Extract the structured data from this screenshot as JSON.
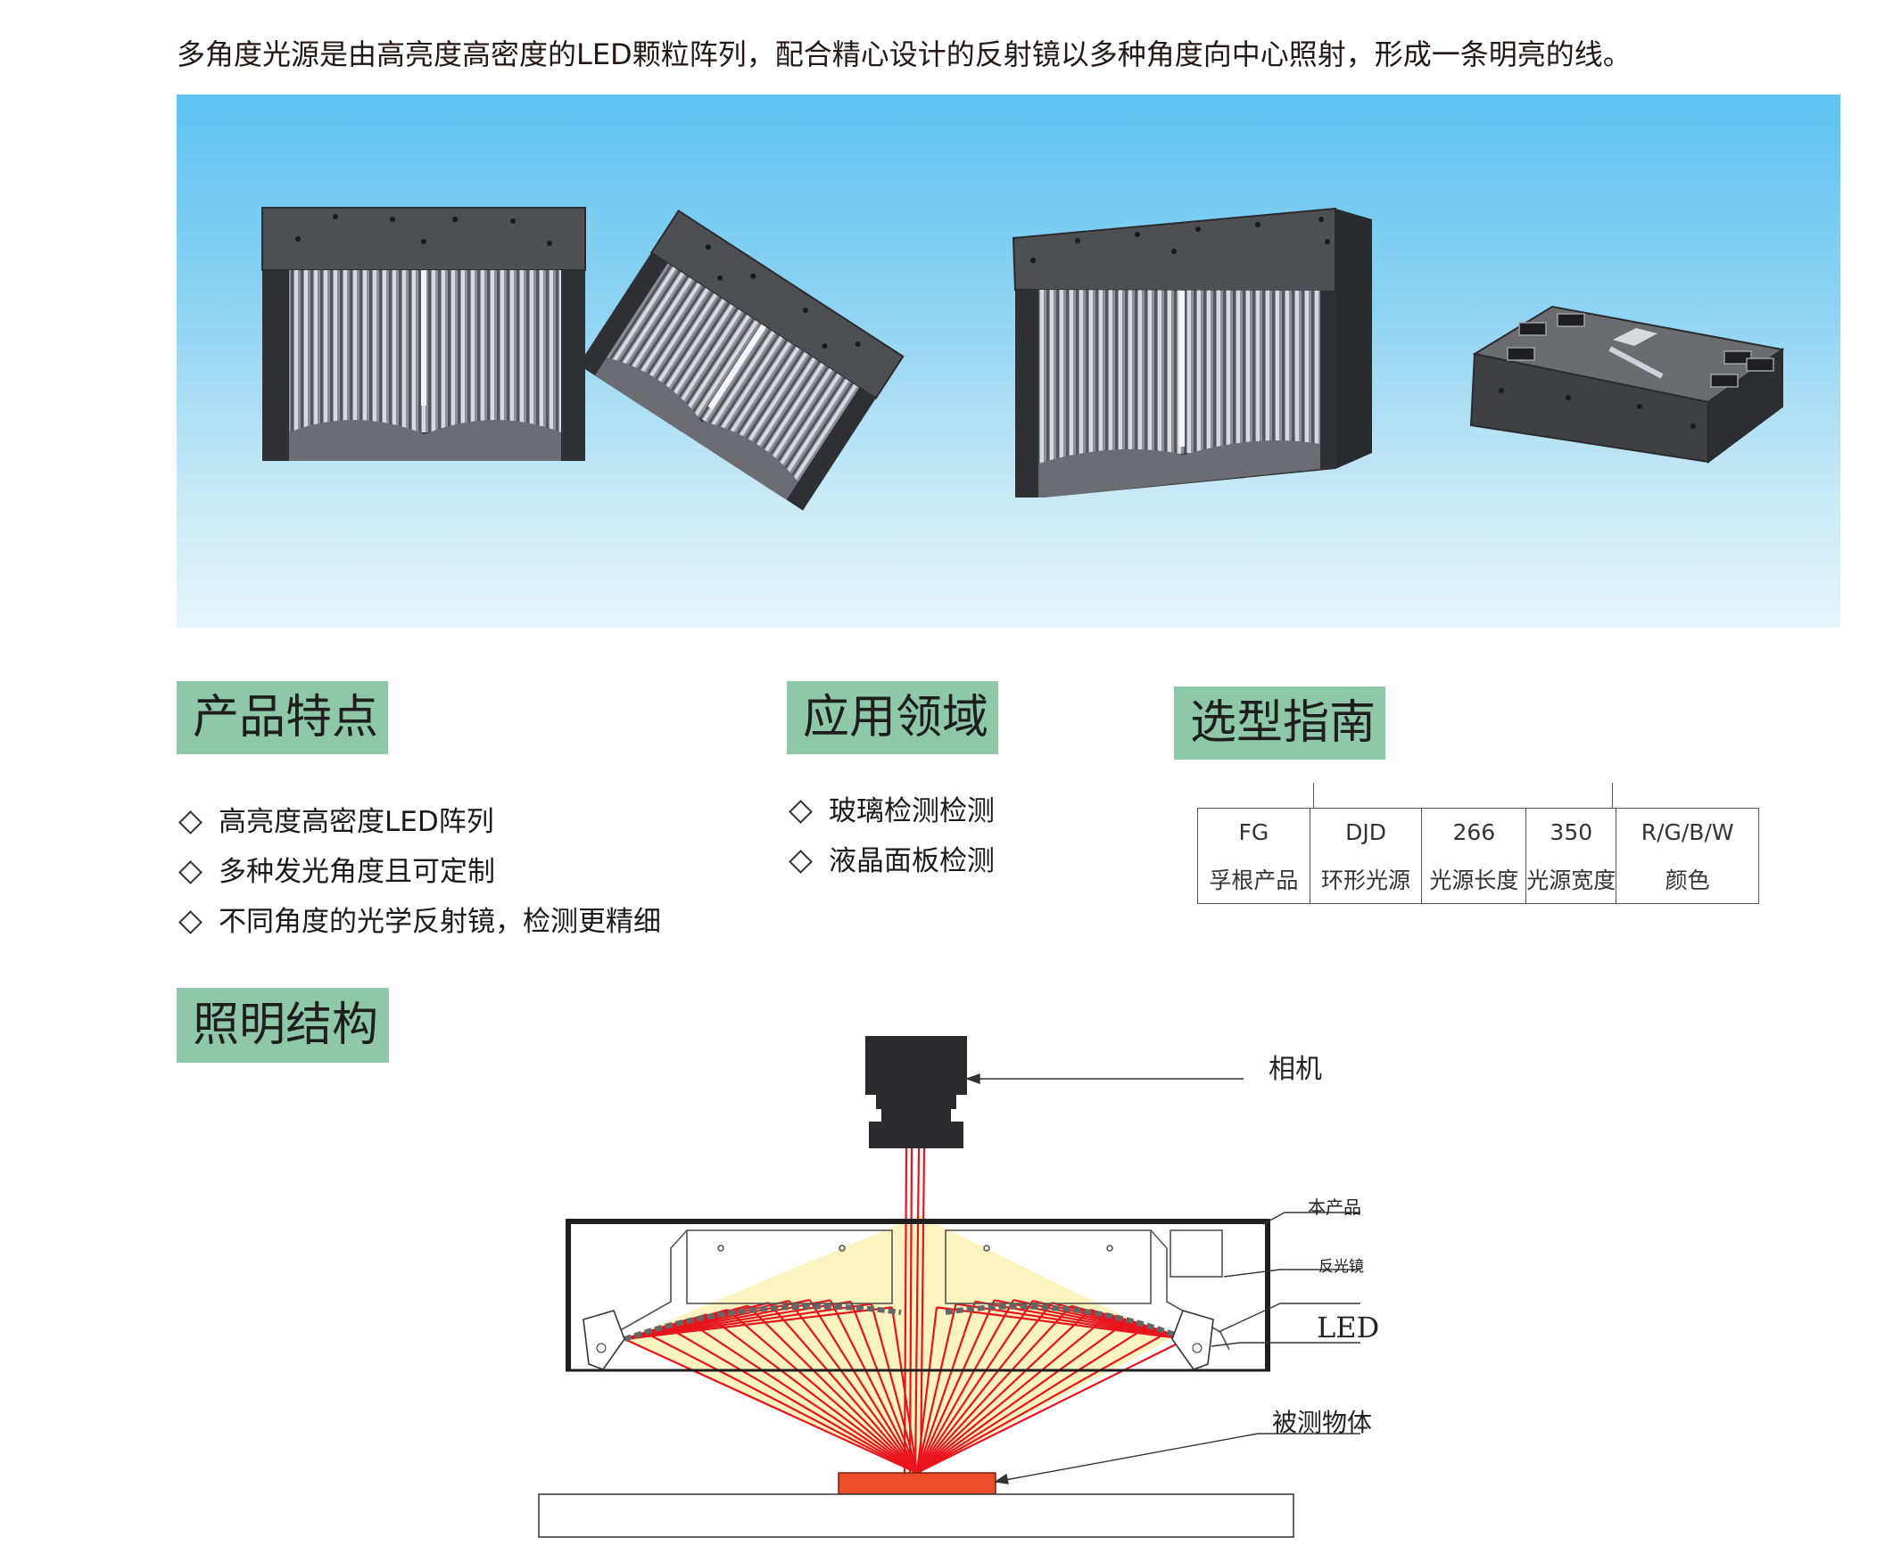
{
  "intro_text": "多角度光源是由高亮度高密度的LED颗粒阵列，配合精心设计的反射镜以多种角度向中心照射，形成一条明亮的线。",
  "sections": {
    "features": {
      "title": "产品特点",
      "items": [
        "高亮度高密度LED阵列",
        "多种发光角度且可定制",
        "不同角度的光学反射镜，检测更精细"
      ]
    },
    "applications": {
      "title": "应用领域",
      "items": [
        "玻璃检测检测",
        "液晶面板检测"
      ]
    },
    "guide": {
      "title": "选型指南",
      "codes": [
        "FG",
        "DJD",
        "266",
        "350",
        "R/G/B/W"
      ],
      "labels": [
        "孚根产品",
        "环形光源",
        "光源长度",
        "光源宽度",
        "颜色"
      ]
    },
    "structure": {
      "title": "照明结构",
      "labels": {
        "camera": "相机",
        "product": "本产品",
        "reflector": "反光镜",
        "led": "LED",
        "object": "被测物体"
      }
    }
  },
  "colors": {
    "section_tag": "#8fc8a8",
    "light_ray": "#e8141c",
    "light_fill": "#fbf3c0",
    "object": "#ea4d2c",
    "housing": "#4a4a4c"
  }
}
